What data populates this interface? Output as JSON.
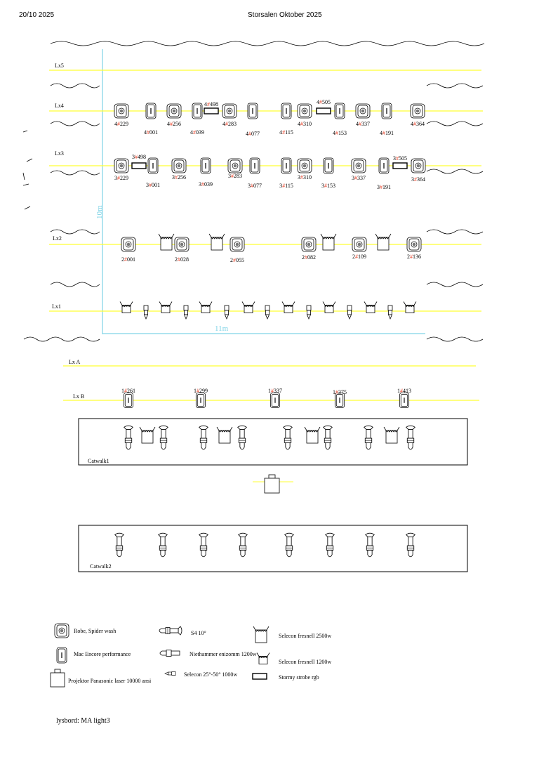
{
  "header": {
    "date": "20/10 2025",
    "title": "Storsalen Oktober 2025"
  },
  "dimensions": {
    "depth": "10m",
    "width": "11m"
  },
  "bars": {
    "lx5": {
      "label": "Lx5",
      "fixtures": []
    },
    "lx4": {
      "label": "Lx4",
      "fixtures": [
        {
          "type": "spider",
          "num": "4",
          "sep": "#",
          "id": "229"
        },
        {
          "type": "mac",
          "num": "4",
          "sep": "#",
          "id": "001"
        },
        {
          "type": "spider",
          "num": "4",
          "sep": "#",
          "id": "256"
        },
        {
          "type": "mac",
          "num": "4",
          "sep": "#",
          "id": "039"
        },
        {
          "type": "strobe",
          "num": "4",
          "sep": "#",
          "id": "498"
        },
        {
          "type": "spider",
          "num": "4",
          "sep": "#",
          "id": "283"
        },
        {
          "type": "mac",
          "num": "4",
          "sep": "#",
          "id": "077"
        },
        {
          "type": "mac",
          "num": "4",
          "sep": "#",
          "id": "115"
        },
        {
          "type": "spider",
          "num": "4",
          "sep": "#",
          "id": "310"
        },
        {
          "type": "strobe",
          "num": "4",
          "sep": "#",
          "id": "505"
        },
        {
          "type": "mac",
          "num": "4",
          "sep": "#",
          "id": "153"
        },
        {
          "type": "spider",
          "num": "4",
          "sep": "#",
          "id": "337"
        },
        {
          "type": "mac",
          "num": "4",
          "sep": "#",
          "id": "191"
        },
        {
          "type": "spider",
          "num": "4",
          "sep": "#",
          "id": "364"
        }
      ]
    },
    "lx3": {
      "label": "Lx3",
      "fixtures": [
        {
          "type": "spider",
          "num": "3",
          "sep": "#",
          "id": "229"
        },
        {
          "type": "strobe",
          "num": "3",
          "sep": "#",
          "id": "498"
        },
        {
          "type": "mac",
          "num": "3",
          "sep": "#",
          "id": "001"
        },
        {
          "type": "spider",
          "num": "3",
          "sep": "#",
          "id": "256"
        },
        {
          "type": "mac",
          "num": "3",
          "sep": "#",
          "id": "039"
        },
        {
          "type": "spider",
          "num": "3",
          "sep": "#",
          "id": "283"
        },
        {
          "type": "mac",
          "num": "3",
          "sep": "#",
          "id": "077"
        },
        {
          "type": "mac",
          "num": "3",
          "sep": "#",
          "id": "115"
        },
        {
          "type": "spider",
          "num": "3",
          "sep": "#",
          "id": "310"
        },
        {
          "type": "mac",
          "num": "3",
          "sep": "#",
          "id": "153"
        },
        {
          "type": "spider",
          "num": "3",
          "sep": "#",
          "id": "337"
        },
        {
          "type": "mac",
          "num": "3",
          "sep": "#",
          "id": "191"
        },
        {
          "type": "strobe",
          "num": "3",
          "sep": "#",
          "id": "505"
        },
        {
          "type": "spider",
          "num": "3",
          "sep": "#",
          "id": "364"
        }
      ]
    },
    "lx2": {
      "label": "Lx2",
      "fixtures": [
        {
          "type": "spider",
          "num": "2",
          "sep": "#",
          "id": "001"
        },
        {
          "type": "fresnel_l"
        },
        {
          "type": "spider",
          "num": "2",
          "sep": "#",
          "id": "028"
        },
        {
          "type": "fresnel_l"
        },
        {
          "type": "spider",
          "num": "2",
          "sep": "#",
          "id": "055"
        },
        {
          "type": "spider",
          "num": "2",
          "sep": "#",
          "id": "082"
        },
        {
          "type": "fresnel_l"
        },
        {
          "type": "spider",
          "num": "2",
          "sep": "#",
          "id": "109"
        },
        {
          "type": "fresnel_l"
        },
        {
          "type": "spider",
          "num": "2",
          "sep": "#",
          "id": "136"
        }
      ]
    },
    "lx1": {
      "label": "Lx1",
      "fixtures": [
        {
          "type": "fresnel_s"
        },
        {
          "type": "selecon"
        },
        {
          "type": "fresnel_s"
        },
        {
          "type": "selecon"
        },
        {
          "type": "fresnel_s"
        },
        {
          "type": "selecon"
        },
        {
          "type": "fresnel_s"
        },
        {
          "type": "selecon"
        },
        {
          "type": "fresnel_s"
        },
        {
          "type": "selecon"
        },
        {
          "type": "fresnel_s"
        },
        {
          "type": "selecon"
        },
        {
          "type": "fresnel_s"
        },
        {
          "type": "selecon"
        },
        {
          "type": "fresnel_s"
        }
      ]
    },
    "lxa": {
      "label": "Lx A",
      "fixtures": []
    },
    "lxb": {
      "label": "Lx B",
      "fixtures": [
        {
          "type": "mac",
          "num": "1",
          "sep": "#",
          "id": "261"
        },
        {
          "type": "mac",
          "num": "1",
          "sep": "#",
          "id": "299"
        },
        {
          "type": "mac",
          "num": "1",
          "sep": "#",
          "id": "337"
        },
        {
          "type": "mac",
          "num": "1",
          "sep": "#",
          "id": "375"
        },
        {
          "type": "mac",
          "num": "1",
          "sep": "#",
          "id": "413"
        }
      ]
    }
  },
  "catwalks": [
    {
      "label": "Catwalk1",
      "fixtures": [
        "s4",
        "fresnel_l",
        "s4",
        "s4",
        "fresnel_l",
        "s4",
        "s4",
        "fresnel_l",
        "s4",
        "s4",
        "fresnel_l",
        "s4"
      ]
    },
    {
      "label": "Catwalk2",
      "fixtures": [
        "s4",
        "s4",
        "s4",
        "s4",
        "s4",
        "s4",
        "s4",
        "s4"
      ]
    }
  ],
  "legend": [
    {
      "type": "spider",
      "label": "Robe, Spider wash"
    },
    {
      "type": "mac",
      "label": "Mac Encore performance"
    },
    {
      "type": "projector",
      "label": "Projektor Panasonic laser 10000 ansi"
    },
    {
      "type": "s4",
      "label": "S4 10°"
    },
    {
      "type": "niethammer",
      "label": "Niethammer enizomm 1200w"
    },
    {
      "type": "selecon",
      "label": "Selecon 25°-50° 1000w"
    },
    {
      "type": "fresnel_l",
      "label": "Selecon fresnell 2500w"
    },
    {
      "type": "fresnel_s",
      "label": "Selecon fresnell 1200w"
    },
    {
      "type": "strobe",
      "label": "Stormy strobe rgb"
    }
  ],
  "console": "lysbord: MA light3",
  "colors": {
    "bar": "#ffff33",
    "dimension": "#7fd3e6",
    "channel": "#e8452c"
  }
}
